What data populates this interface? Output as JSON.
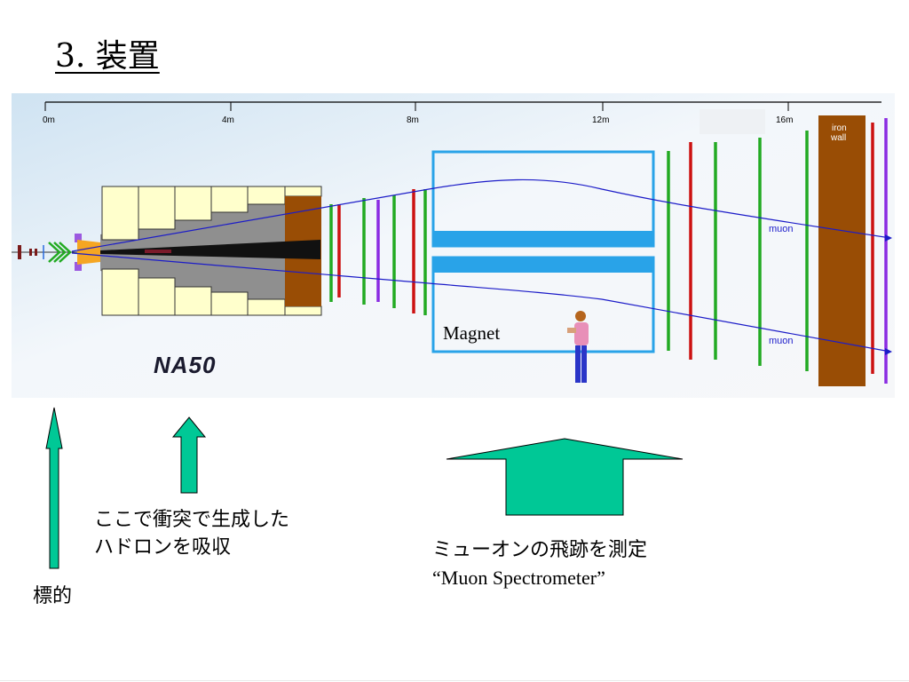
{
  "slide": {
    "title": "3. 装置"
  },
  "figure": {
    "ruler": {
      "ticks": [
        "0m",
        "4m",
        "8m",
        "12m",
        "16m"
      ]
    },
    "iron_wall_label_line1": "iron",
    "iron_wall_label_line2": "wall",
    "muon_label_upper": "muon",
    "muon_label_lower": "muon",
    "magnet_label": "Magnet",
    "logo_text": "NA50"
  },
  "annotations": {
    "target": {
      "text": "標的"
    },
    "absorber": {
      "line1": "ここで衝突で生成した",
      "line2": "ハドロンを吸収"
    },
    "spectrometer": {
      "line1": "ミューオンの飛跡を測定",
      "line2": "“Muon Spectrometer”"
    }
  },
  "colors": {
    "arrow_fill": "#00c896",
    "magnet_outline": "#29a3e8",
    "iron_wall": "#994d05",
    "absorber_block": "#ffffcc",
    "track": "#1c1cc8"
  }
}
